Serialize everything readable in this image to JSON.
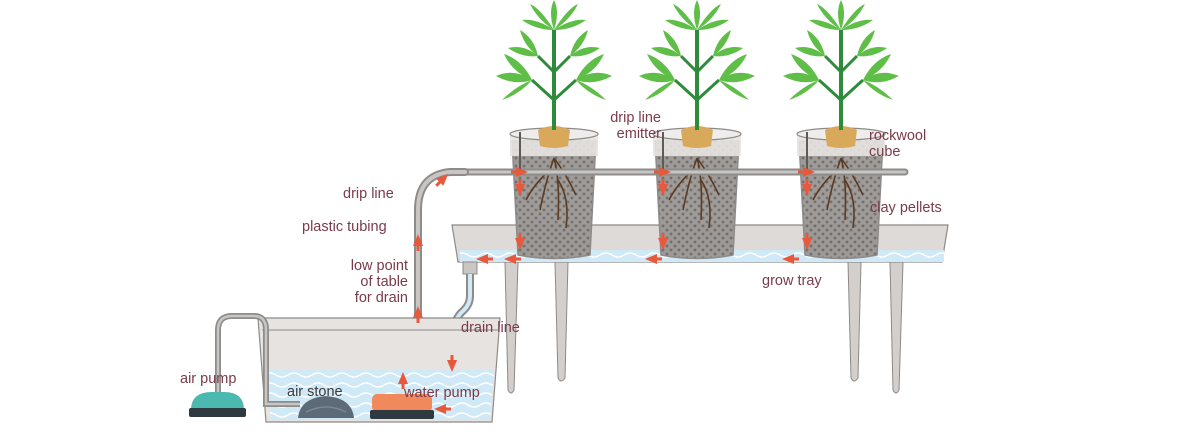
{
  "labels": {
    "drip_line_emitter": [
      "drip line",
      "emitter"
    ],
    "rockwool_cube": [
      "rockwool",
      "cube"
    ],
    "drip_line": "drip line",
    "plastic_tubing": "plastic tubing",
    "clay_pellets": "clay pellets",
    "low_point": [
      "low point",
      "of table",
      "for drain"
    ],
    "grow_tray": "grow tray",
    "drain_line": "drain line",
    "air_pump": "air pump",
    "air_stone": "air stone",
    "water_pump": "water pump"
  },
  "colors": {
    "label_text": "#7a3b4a",
    "arrow": "#e8583a",
    "leaf": "#5fbe47",
    "stem": "#2e8b3a",
    "water": "#cfe9f7",
    "water_wave": "#ffffff",
    "tank_wall": "#c9c6c4",
    "table": "#d7d3d0",
    "table_edge": "#8d8a88",
    "pellets": "#8e8a87",
    "tubing": "#a6a4a2",
    "air_pump_body": "#4cb9b0",
    "water_pump_body": "#f08a5d",
    "air_stone": "#5d6b78"
  }
}
